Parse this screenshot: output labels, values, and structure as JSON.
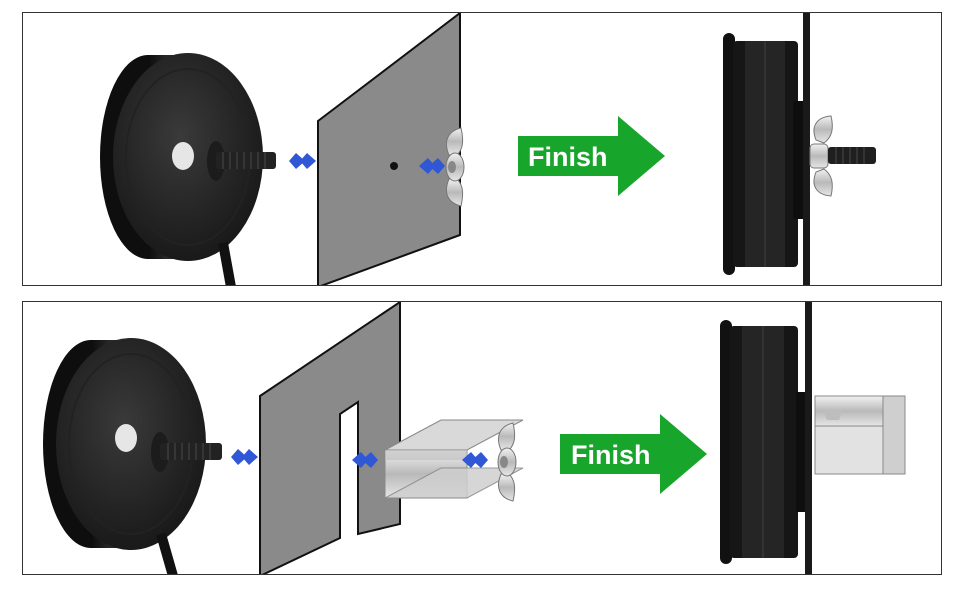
{
  "steps": [
    {
      "id": "top",
      "variant": "wing-nut",
      "finish_label": "Finish"
    },
    {
      "id": "bottom",
      "variant": "bracket-clamp",
      "finish_label": "Finish"
    }
  ],
  "colors": {
    "finish_arrow": "#18a52c",
    "chevron": "#2f57d6",
    "panel_plate": "#8a8a8a",
    "reel_body": "#1a1a1a",
    "metal": "#c8c8c8"
  },
  "icons": {
    "reel": "cable-reel-icon",
    "bolt": "threaded-bolt-icon",
    "wing_nut": "wing-nut-icon",
    "bracket": "u-bracket-icon",
    "arrow": "finish-arrow-icon"
  }
}
